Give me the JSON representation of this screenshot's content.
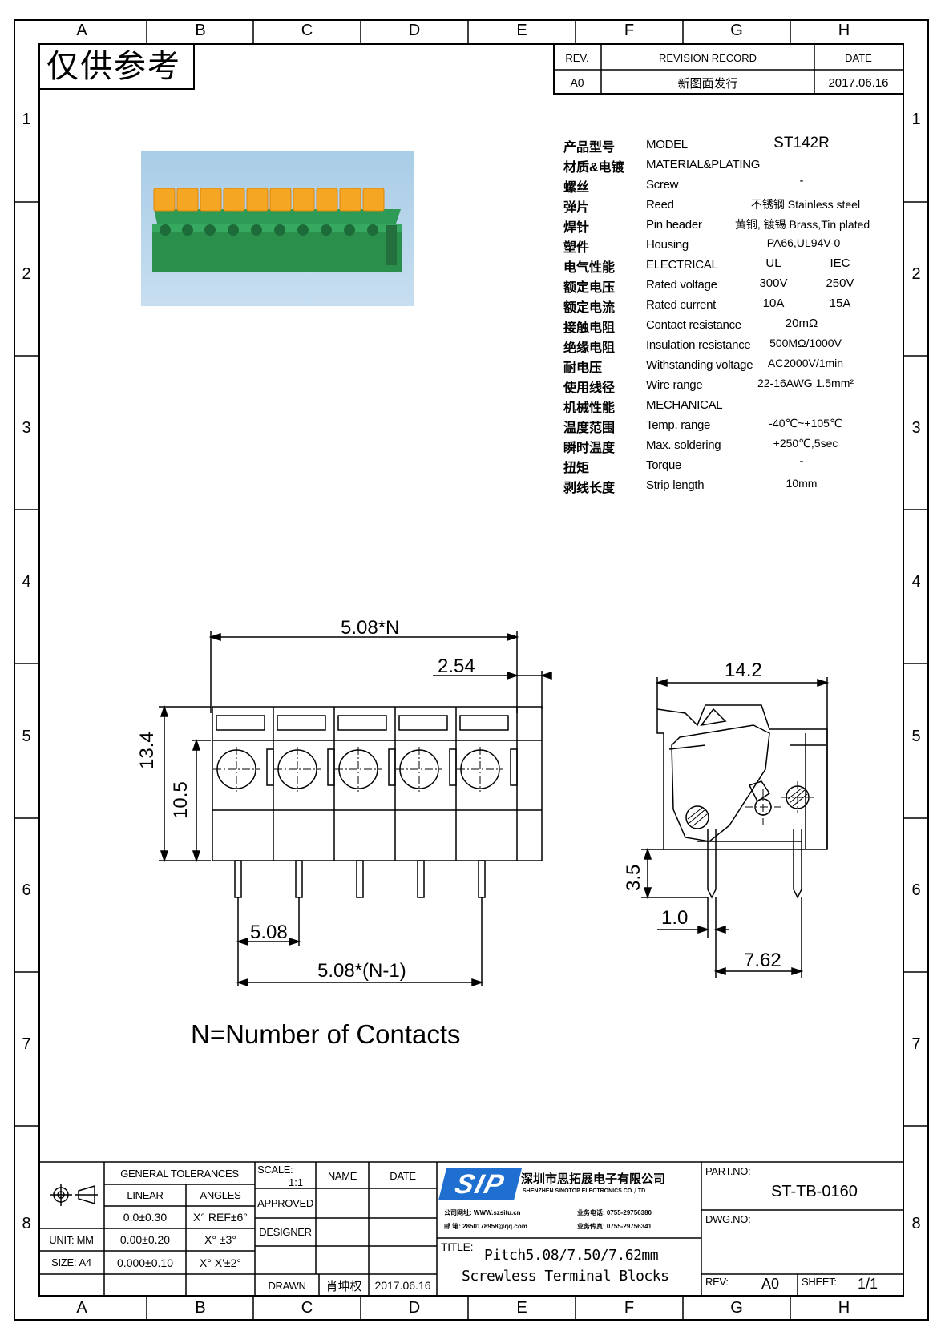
{
  "watermark": "仅供参考",
  "zones": {
    "columns": [
      "A",
      "B",
      "C",
      "D",
      "E",
      "F",
      "G",
      "H"
    ],
    "rows": [
      "1",
      "2",
      "3",
      "4",
      "5",
      "6",
      "7",
      "8"
    ]
  },
  "revision": {
    "rev_header": "REV.",
    "record_header": "REVISION RECORD",
    "date_header": "DATE",
    "rev": "A0",
    "record": "新图面发行",
    "date": "2017.06.16"
  },
  "specs": [
    {
      "cn": "产品型号",
      "en": "MODEL",
      "v1": "ST142R",
      "v2": ""
    },
    {
      "cn": "材质&电镀",
      "en": "MATERIAL&PLATING",
      "v1": "",
      "v2": ""
    },
    {
      "cn": "螺丝",
      "en": "Screw",
      "v1": "-",
      "v2": ""
    },
    {
      "cn": "弹片",
      "en": "Reed",
      "v1": "不锈钢 Stainless steel",
      "v2": ""
    },
    {
      "cn": "焊针",
      "en": "Pin header",
      "v1": "黄铜, 镀锡 Brass,Tin plated",
      "v2": ""
    },
    {
      "cn": "塑件",
      "en": "Housing",
      "v1": "PA66,UL94V-0",
      "v2": ""
    },
    {
      "cn": "电气性能",
      "en": "ELECTRICAL",
      "v1": "UL",
      "v2": "IEC"
    },
    {
      "cn": "额定电压",
      "en": "Rated voltage",
      "v1": "300V",
      "v2": "250V"
    },
    {
      "cn": "额定电流",
      "en": "Rated current",
      "v1": "10A",
      "v2": "15A"
    },
    {
      "cn": "接触电阻",
      "en": "Contact resistance",
      "v1": "20mΩ",
      "v2": ""
    },
    {
      "cn": "绝缘电阻",
      "en": "Insulation resistance",
      "v1": "500MΩ/1000V",
      "v2": ""
    },
    {
      "cn": "耐电压",
      "en": "Withstanding voltage",
      "v1": "AC2000V/1min",
      "v2": ""
    },
    {
      "cn": "使用线径",
      "en": "Wire range",
      "v1": "22-16AWG 1.5mm²",
      "v2": ""
    },
    {
      "cn": "机械性能",
      "en": "MECHANICAL",
      "v1": "",
      "v2": ""
    },
    {
      "cn": "温度范围",
      "en": "Temp. range",
      "v1": "-40℃~+105℃",
      "v2": ""
    },
    {
      "cn": "瞬时温度",
      "en": "Max. soldering",
      "v1": "+250℃,5sec",
      "v2": ""
    },
    {
      "cn": "扭矩",
      "en": "Torque",
      "v1": "-",
      "v2": ""
    },
    {
      "cn": "剥线长度",
      "en": "Strip length",
      "v1": "10mm",
      "v2": ""
    }
  ],
  "dimensions": {
    "total_width": "5.08*N",
    "half_pitch": "2.54",
    "height_total": "13.4",
    "height_body": "10.5",
    "pitch": "5.08",
    "pin_span": "5.08*(N-1)",
    "depth": "14.2",
    "pin_length": "3.5",
    "pin_thickness": "1.0",
    "row_pitch": "7.62"
  },
  "note": "N=Number of Contacts",
  "title_block": {
    "general_tolerances": "GENERAL TOLERANCES",
    "linear": "LINEAR",
    "angles": "ANGLES",
    "tol1_linear": "0.0±0.30",
    "tol1_angle": "X° REF±6°",
    "unit_label": "UNIT:",
    "unit": "MM",
    "tol2_linear": "0.00±0.20",
    "tol2_angle": "X° ±3°",
    "size_label": "SIZE:",
    "size": "A4",
    "tol3_linear": "0.000±0.10",
    "tol3_angle": "X° X'±2°",
    "scale_label": "SCALE:",
    "scale": "1:1",
    "name_header": "NAME",
    "date_header": "DATE",
    "approved": "APPROVED",
    "designer": "DESIGNER",
    "drawn": "DRAWN",
    "drawn_name": "肖坤权",
    "drawn_date": "2017.06.16",
    "logo": "SIP",
    "company_cn": "深圳市思拓展电子有限公司",
    "company_en": "SHENZHEN SINOTOP ELECTRONICS CO.,LTD",
    "contact_web_label": "公司网址:",
    "contact_web": "WWW.szsitu.cn",
    "contact_mail_label": "邮 箱:",
    "contact_mail": "2850178958@qq.com",
    "contact_tel_label": "业务电话:",
    "contact_tel": "0755-29756380",
    "contact_fax_label": "业务传真:",
    "contact_fax": "0755-29756341",
    "title_label": "TITLE:",
    "title_line1": "Pitch5.08/7.50/7.62mm",
    "title_line2": "Screwless Terminal Blocks",
    "part_no_label": "PART.NO:",
    "part_no": "ST-TB-0160",
    "dwg_no_label": "DWG.NO:",
    "rev_label": "REV:",
    "rev": "A0",
    "sheet_label": "SHEET:",
    "sheet": "1/1"
  }
}
